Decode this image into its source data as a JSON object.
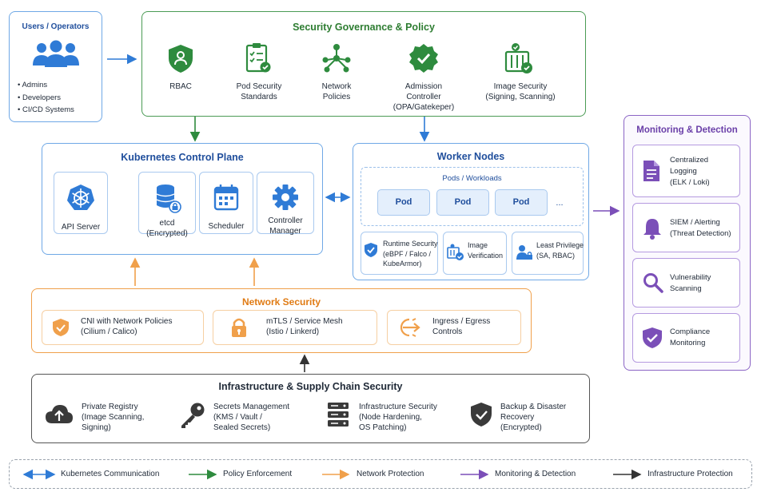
{
  "users": {
    "title": "Users / Operators",
    "items": [
      "Admins",
      "Developers",
      "CI/CD Systems"
    ]
  },
  "governance": {
    "title": "Security Governance & Policy",
    "items": [
      {
        "label": "RBAC",
        "icon": "shield-user-icon"
      },
      {
        "label": "Pod Security\nStandards",
        "icon": "checklist-icon"
      },
      {
        "label": "Network\nPolicies",
        "icon": "network-nodes-icon"
      },
      {
        "label": "Admission\nController\n(OPA/Gatekeper)",
        "icon": "badge-check-icon"
      },
      {
        "label": "Image Security\n(Signing, Scanning)",
        "icon": "image-security-icon"
      }
    ]
  },
  "control_plane": {
    "title": "Kubernetes Control Plane",
    "items": [
      {
        "label": "API Server",
        "icon": "kubernetes-wheel-icon"
      },
      {
        "label": "etcd\n(Encrypted)",
        "icon": "database-lock-icon"
      },
      {
        "label": "Scheduler",
        "icon": "calendar-icon"
      },
      {
        "label": "Controller\nManager",
        "icon": "gear-icon"
      }
    ]
  },
  "worker_nodes": {
    "title": "Worker Nodes",
    "pods_title": "Pods / Workloads",
    "pods": [
      "Pod",
      "Pod",
      "Pod"
    ],
    "more": "...",
    "security": [
      {
        "label": "Runtime Security\n(eBPF / Falco /\nKubeArmor)",
        "icon": "shield-check-icon"
      },
      {
        "label": "Image\nVerification",
        "icon": "image-verify-icon"
      },
      {
        "label": "Least Privilege\n(SA, RBAC)",
        "icon": "user-lock-icon"
      }
    ]
  },
  "network": {
    "title": "Network Security",
    "items": [
      {
        "label": "CNI with Network Policies\n(Cilium / Calico)",
        "icon": "shield-check-icon"
      },
      {
        "label": "mTLS / Service Mesh\n(Istio / Linkerd)",
        "icon": "padlock-icon"
      },
      {
        "label": "Ingress / Egress\nControls",
        "icon": "ingress-egress-icon"
      }
    ]
  },
  "infra": {
    "title": "Infrastructure & Supply Chain Security",
    "items": [
      {
        "label": "Private Registry\n(Image Scanning,\nSigning)",
        "icon": "cloud-upload-icon"
      },
      {
        "label": "Secrets Management\n(KMS / Vault /\nSealed Secrets)",
        "icon": "key-icon"
      },
      {
        "label": "Infrastructure Security\n(Node Hardening,\nOS Patching)",
        "icon": "server-icon"
      },
      {
        "label": "Backup & Disaster\nRecovery\n(Encrypted)",
        "icon": "shield-check-icon"
      }
    ]
  },
  "monitoring": {
    "title": "Monitoring & Detection",
    "items": [
      {
        "label": "Centralized\nLogging\n(ELK / Loki)",
        "icon": "document-icon"
      },
      {
        "label": "SIEM / Alerting\n(Threat Detection)",
        "icon": "bell-icon"
      },
      {
        "label": "Vulnerability\nScanning",
        "icon": "magnifier-icon"
      },
      {
        "label": "Compliance\nMonitoring",
        "icon": "shield-check-icon"
      }
    ]
  },
  "legend": [
    {
      "label": "Kubernetes Communication",
      "color": "#2f7bd6"
    },
    {
      "label": "Policy Enforcement",
      "color": "#2e8b3e"
    },
    {
      "label": "Network Protection",
      "color": "#f0a04b"
    },
    {
      "label": "Monitoring & Detection",
      "color": "#7b4fb8"
    },
    {
      "label": "Infrastructure Protection",
      "color": "#333333"
    }
  ],
  "colors": {
    "blue": "#2f7bd6",
    "green": "#2e8b3e",
    "orange": "#f0a04b",
    "purple": "#7b4fb8",
    "dark": "#333333"
  }
}
